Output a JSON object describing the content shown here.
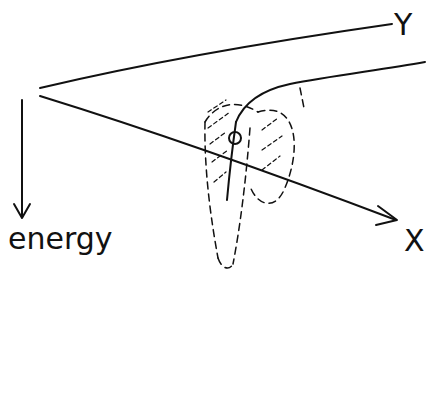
{
  "diagram": {
    "labels": [
      "Y",
      "X",
      "energy"
    ]
  }
}
